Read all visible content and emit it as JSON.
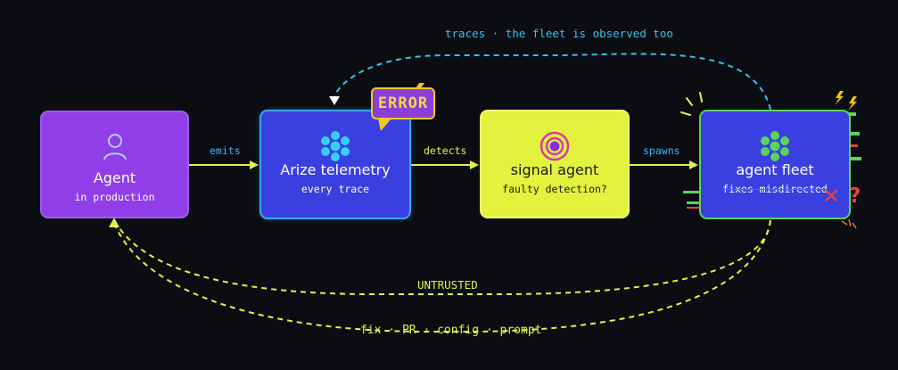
{
  "header": {
    "text": "traces · the fleet is observed too"
  },
  "nodes": {
    "agent": {
      "title": "Agent",
      "subtitle": "in production",
      "icon": "user-icon"
    },
    "arize": {
      "title": "Arize telemetry",
      "subtitle": "every trace",
      "icon": "hexagon-cluster-icon",
      "badge": "ERROR"
    },
    "signal": {
      "title": "signal agent",
      "subtitle": "faulty detection?",
      "icon": "target-icon"
    },
    "fleet": {
      "title": "agent fleet",
      "subtitle": "fixes misdirected",
      "icon": "hexagon-cluster-icon"
    }
  },
  "edges": {
    "emits": "emits",
    "detects": "detects",
    "spawns": "spawns"
  },
  "feedback": {
    "untrusted": "UNTRUSTED",
    "actions": "fix · PR · config · prompt"
  },
  "colors": {
    "background": "#0c0d12",
    "agent": "#8f3ee8",
    "arize": "#3a3fe0",
    "signal": "#e2f23d",
    "fleet": "#3a3fe0",
    "edge_blue": "#3db6ff",
    "edge_yellow": "#e5f04a",
    "error_mark": "#e8403c"
  }
}
